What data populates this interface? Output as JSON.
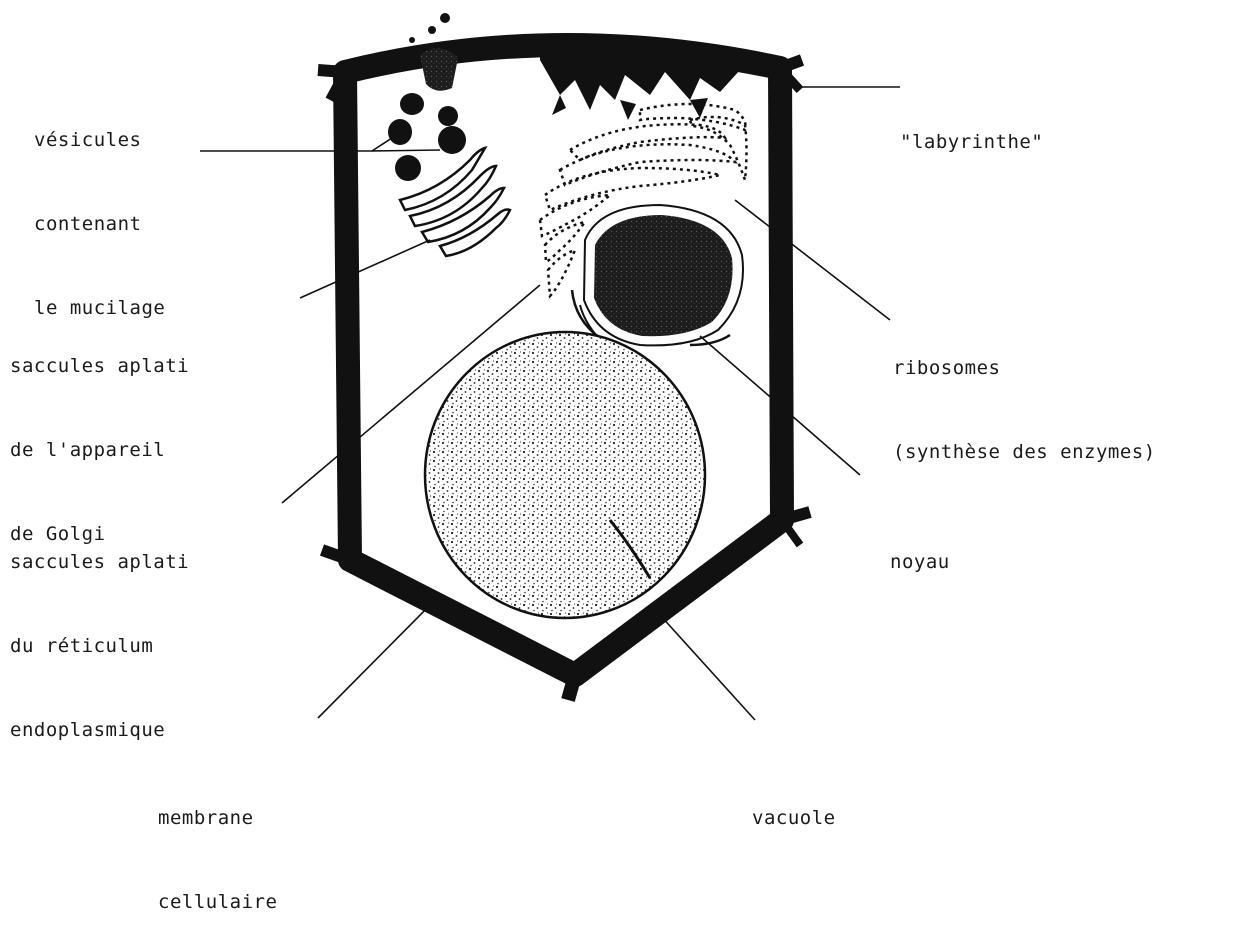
{
  "diagram": {
    "labels": {
      "vesicules": [
        "vésicules",
        "contenant",
        "le mucilage"
      ],
      "labyrinthe": "\"labyrinthe\"",
      "golgi": [
        "saccules aplati",
        "de l'appareil",
        "de Golgi"
      ],
      "ribosomes": [
        "ribosomes",
        "(synthèse des enzymes)"
      ],
      "reticulum": [
        "saccules aplati",
        "du réticulum",
        "endoplasmique"
      ],
      "noyau": "noyau",
      "membrane": [
        "membrane",
        "cellulaire"
      ],
      "vacuole": "vacuole"
    },
    "colors": {
      "ink": "#111111",
      "text": "#1a1a1a"
    }
  }
}
